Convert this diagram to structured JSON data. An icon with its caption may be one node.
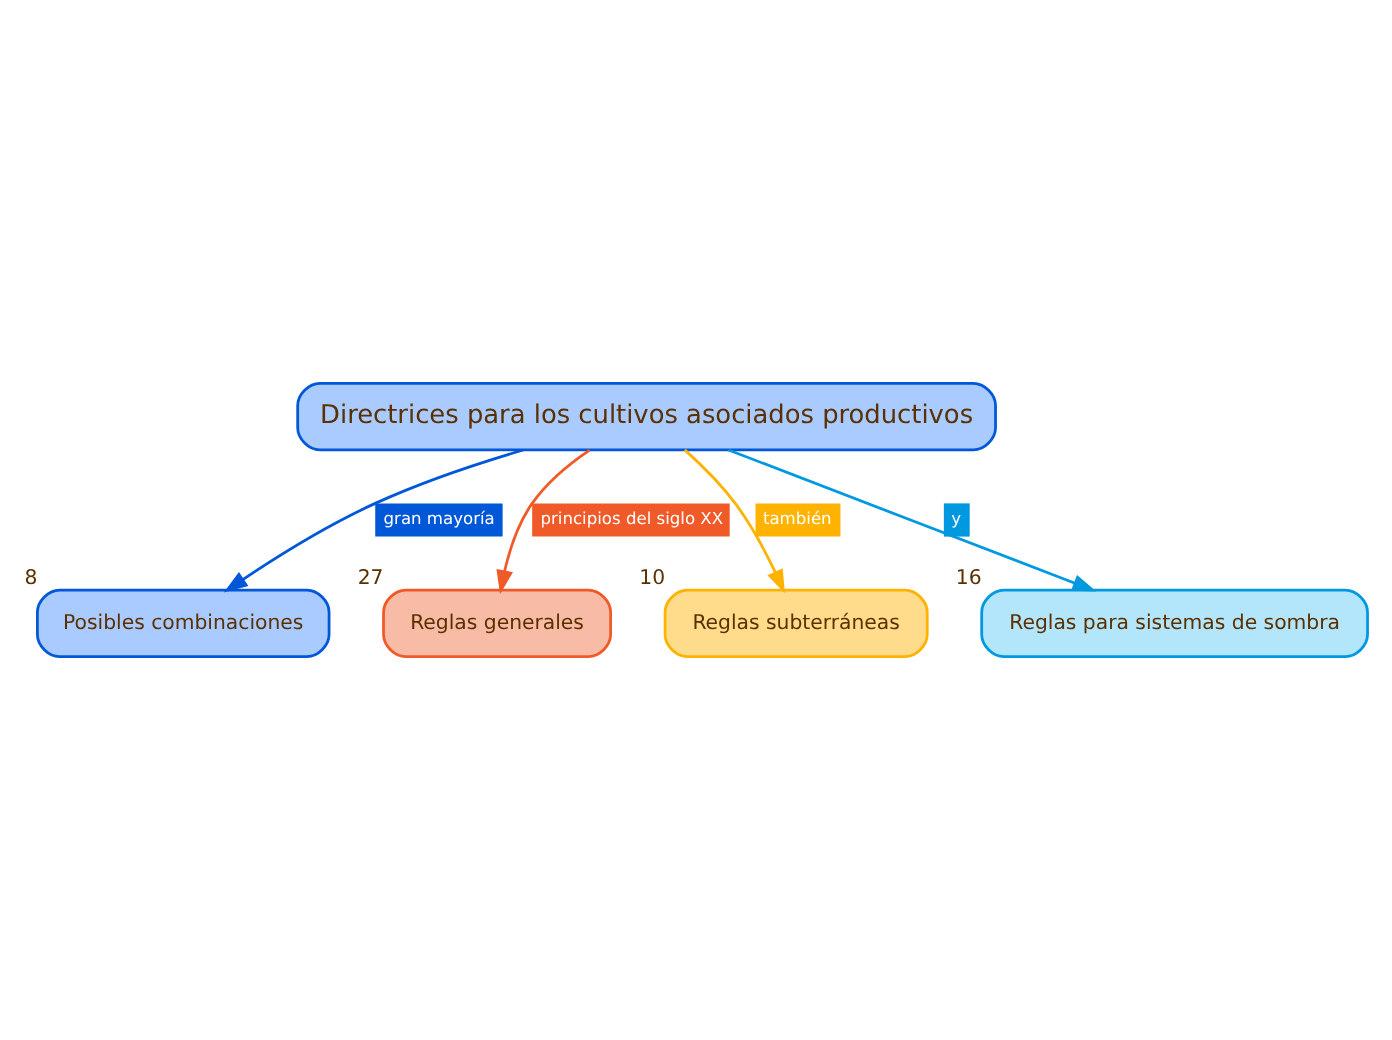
{
  "diagram": {
    "nodes": [
      {
        "text": [
          "Directrices para los cultivos asociados productivos"
        ]
      },
      {
        "text": [
          "Posibles combinaciones"
        ],
        "beside": [
          "8"
        ]
      },
      {
        "text": [
          "Reglas generales"
        ],
        "beside": [
          "27"
        ]
      },
      {
        "text": [
          "Reglas subterráneas"
        ],
        "beside": [
          "10"
        ]
      },
      {
        "text": [
          "Reglas para sistemas de sombra"
        ],
        "beside": [
          "16"
        ]
      }
    ],
    "edges": [
      {
        "from": 0,
        "to": 1,
        "arrow": "to",
        "label": "gran mayoría",
        "color": "#0057d8"
      },
      {
        "from": 0,
        "to": 2,
        "arrow": "to",
        "label": "principios del siglo XX",
        "color": "#f05a28"
      },
      {
        "from": 0,
        "to": 3,
        "arrow": "to",
        "label": "también",
        "color": "#ffb300"
      },
      {
        "from": 0,
        "to": 4,
        "arrow": "to",
        "label": "y",
        "color": "#0099e0"
      }
    ]
  }
}
